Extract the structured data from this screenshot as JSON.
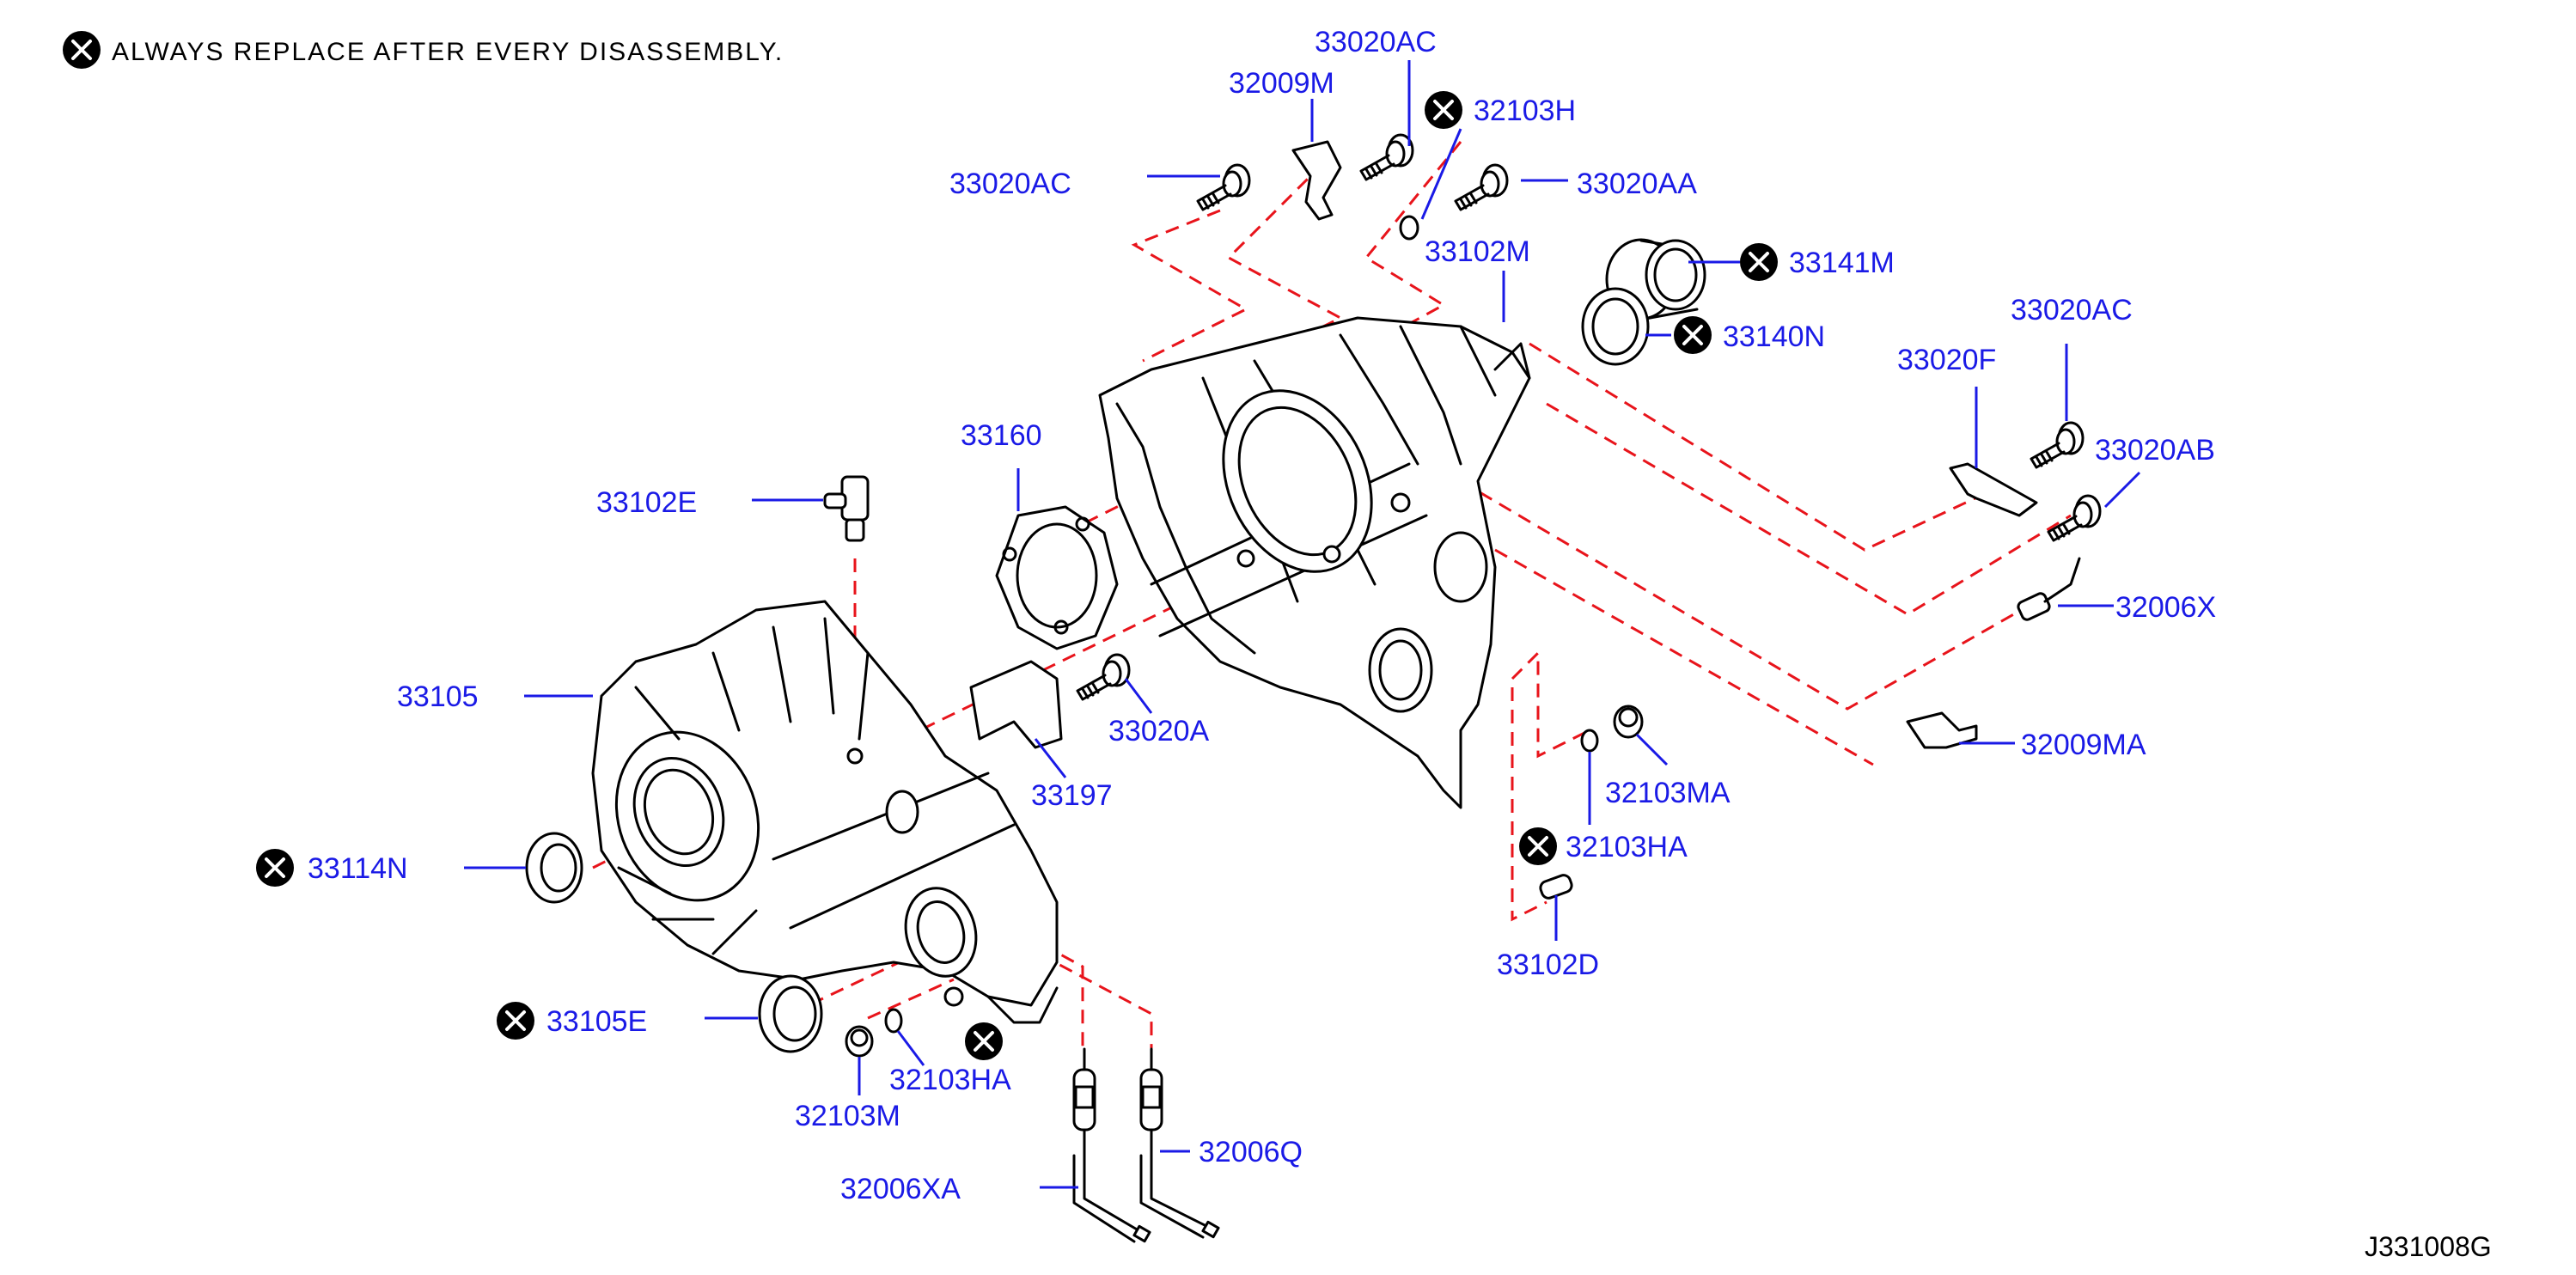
{
  "notice": {
    "text": "ALWAYS REPLACE AFTER EVERY DISASSEMBLY.",
    "icon": "x-circle-icon"
  },
  "figure_id": "J331008G",
  "colors": {
    "label": "#1a1ae6",
    "dash": "#e8141b",
    "line": "#000000"
  },
  "parts": {
    "p33020AC_top": "33020AC",
    "p32009M": "32009M",
    "p32103H": "32103H",
    "p33020AC_left": "33020AC",
    "p33020AA": "33020AA",
    "p33102M": "33102M",
    "p33141M": "33141M",
    "p33140N": "33140N",
    "p33020AC_right": "33020AC",
    "p33020F": "33020F",
    "p33020AB": "33020AB",
    "p33160": "33160",
    "p33102E": "33102E",
    "p32006X": "32006X",
    "p33105": "33105",
    "p33020A": "33020A",
    "p32009MA": "32009MA",
    "p33197": "33197",
    "p32103MA": "32103MA",
    "p33114N": "33114N",
    "p32103HA_right": "32103HA",
    "p33102D": "33102D",
    "p33105E": "33105E",
    "p32103HA_bottom": "32103HA",
    "p32103M": "32103M",
    "p32006Q": "32006Q",
    "p32006XA": "32006XA"
  }
}
